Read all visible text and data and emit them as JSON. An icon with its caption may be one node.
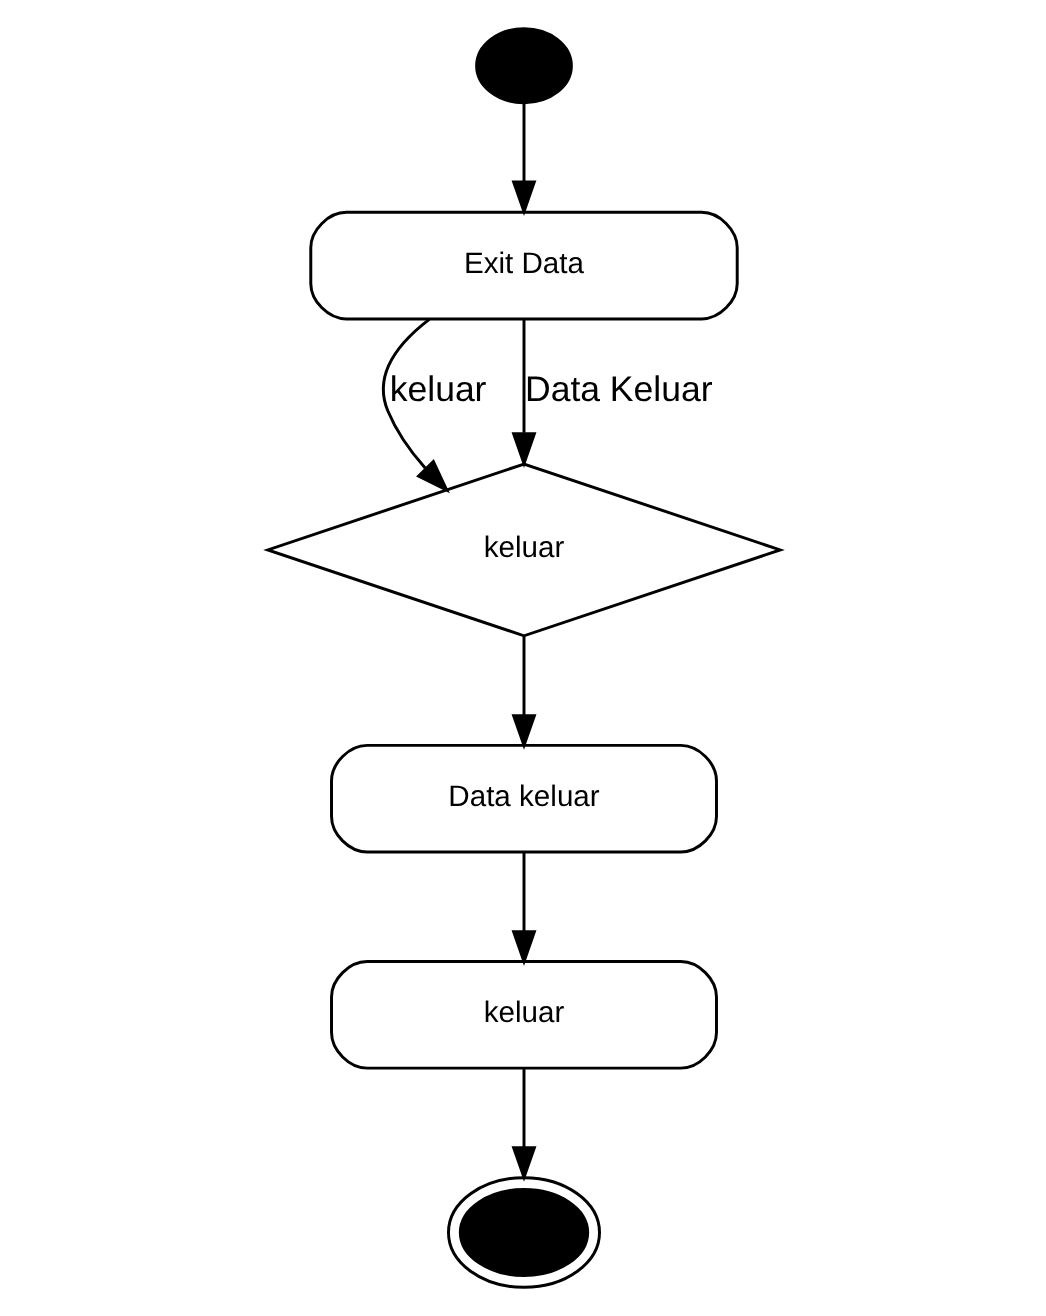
{
  "diagram": {
    "nodes": [
      {
        "text": [],
        "shape": "circle"
      },
      {
        "text": [
          "Exit Data"
        ]
      },
      {
        "text": [
          "keluar"
        ]
      },
      {
        "text": [
          "Data keluar"
        ]
      },
      {
        "text": [
          "keluar"
        ]
      },
      {
        "text": [],
        "shape": "circle"
      }
    ],
    "edges": [
      {
        "from": 0,
        "to": 1,
        "arrow": "to"
      },
      {
        "from": 1,
        "to": 2,
        "label": "keluar",
        "arrow": "to"
      },
      {
        "from": 1,
        "to": 2,
        "label": "Data Keluar",
        "arrow": "to"
      },
      {
        "from": 2,
        "to": 3,
        "arrow": "to"
      },
      {
        "from": 3,
        "to": 4,
        "arrow": "to"
      },
      {
        "from": 4,
        "to": 5,
        "arrow": "to"
      }
    ]
  }
}
